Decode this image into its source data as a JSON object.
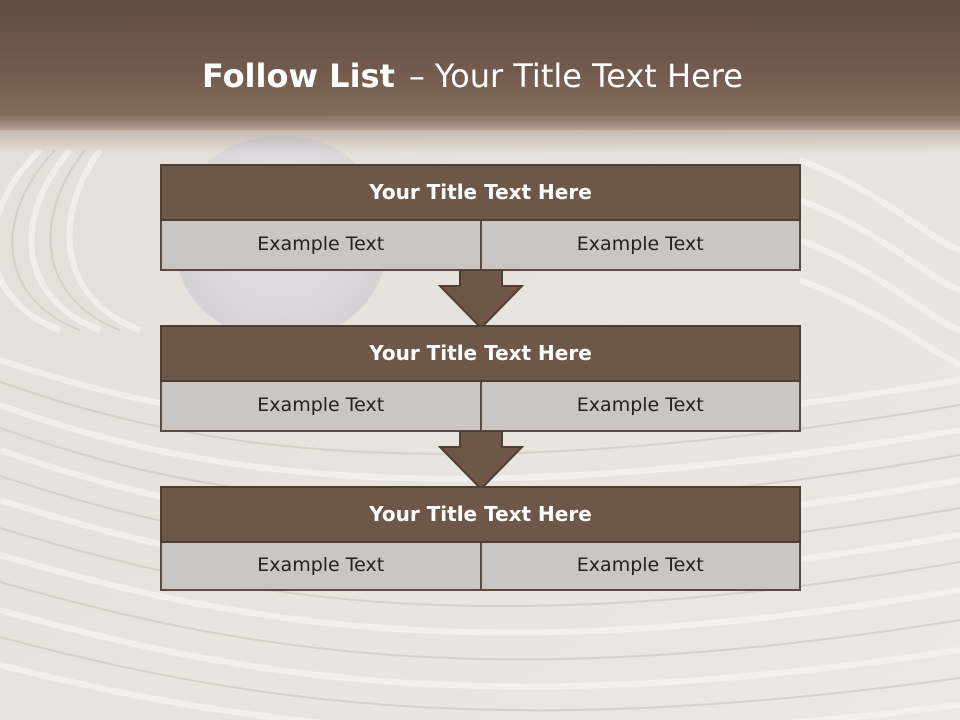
{
  "slide": {
    "title_bold": "Follow List",
    "title_separator": "–",
    "title_rest": "Your Title Text Here"
  },
  "blocks": [
    {
      "title": "Your Title Text Here",
      "left_text": "Example Text",
      "right_text": "Example Text"
    },
    {
      "title": "Your Title Text Here",
      "left_text": "Example Text",
      "right_text": "Example Text"
    },
    {
      "title": "Your Title Text Here",
      "left_text": "Example Text",
      "right_text": "Example Text"
    }
  ],
  "colors": {
    "header_band": "#725b4e",
    "block_header": "#6e5748",
    "cell_fill": "#cbc6c3",
    "sand": "#e7e2dd"
  }
}
